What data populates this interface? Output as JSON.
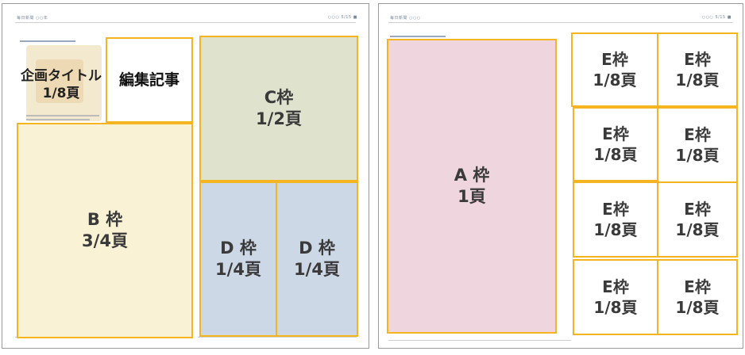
{
  "left_page": {
    "header_left": "毎日新聞 ○○年",
    "header_right": "○○○ 5/15 ■",
    "slots": {
      "plan_title": {
        "label": "企画タイトル\n1/8頁"
      },
      "editorial": {
        "label": "編集記事"
      },
      "B": {
        "label": "B 枠\n3/4頁",
        "color": "#faf2d4"
      },
      "C": {
        "label": "C枠\n1/2頁",
        "color": "#dfe3cd"
      },
      "D1": {
        "label": "D 枠\n1/4頁",
        "color": "#cdd8e6"
      },
      "D2": {
        "label": "D 枠\n1/4頁",
        "color": "#cdd8e6"
      }
    }
  },
  "right_page": {
    "header_left": "毎日新聞 ○○○",
    "header_right": "○○○ 5/15 ■",
    "slots": {
      "A": {
        "label": "A 枠\n1頁",
        "color": "#efd5dd"
      },
      "E": [
        {
          "label": "E枠\n1/8頁"
        },
        {
          "label": "E枠\n1/8頁"
        },
        {
          "label": "E枠\n1/8頁"
        },
        {
          "label": "E枠\n1/8頁"
        },
        {
          "label": "E枠\n1/8頁"
        },
        {
          "label": "E枠\n1/8頁"
        },
        {
          "label": "E枠\n1/8頁"
        },
        {
          "label": "E枠\n1/8頁"
        }
      ]
    }
  },
  "accent_color": "#f5b520"
}
